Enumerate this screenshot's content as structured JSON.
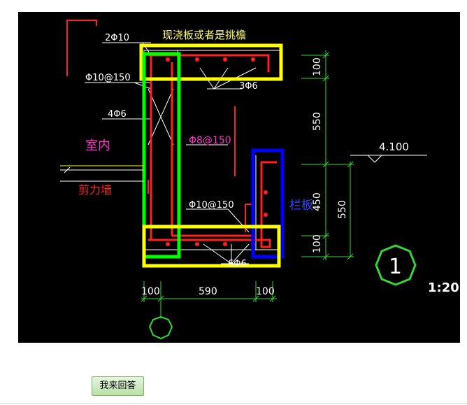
{
  "drawing": {
    "labels": {
      "top_slab": "现浇板或者是挑檐",
      "top_rebar": "2Φ10",
      "wall_rebar_spacing": "Φ10@150",
      "top_slab_rebar": "3Φ6",
      "wall_rebar_4": "4Φ6",
      "indoor": "室内",
      "mid_rebar": "Φ8@150",
      "shear_wall": "剪力墙",
      "lower_rebar": "Φ10@150",
      "parapet": "栏板",
      "bottom_rebar": "6Φ6",
      "elevation": "4.100",
      "scale": "1:20",
      "detail_number": "1"
    },
    "dimensions": {
      "horizontal": [
        "100",
        "590",
        "100"
      ],
      "vertical_outer": [
        "100",
        "550",
        "450",
        "100"
      ],
      "vertical_inner": "550"
    },
    "colors": {
      "background": "#000000",
      "rebar": "#ff2020",
      "dimension": "#33d633",
      "highlight_yellow": "#ffff00",
      "highlight_green": "#00ff00",
      "highlight_blue": "#0000ff",
      "text_yellow": "#ffff66",
      "text_magenta": "#ff33cc",
      "text_red": "#ff2020",
      "text_blue": "#3344ff",
      "text_white": "#ffffff"
    }
  },
  "footer": {
    "answer_button": "我来回答"
  }
}
